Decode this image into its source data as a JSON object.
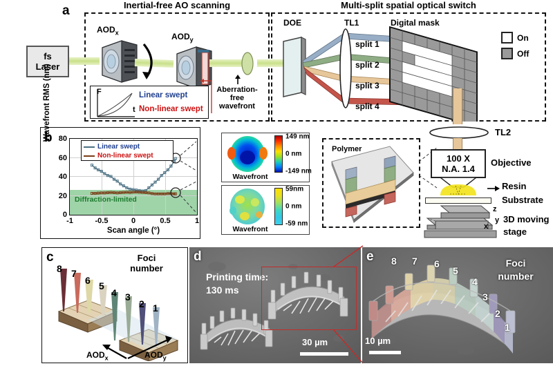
{
  "figure": {
    "panels": [
      "a",
      "b",
      "c",
      "d",
      "e"
    ]
  },
  "panel_a": {
    "letter": "a",
    "title_left": "Inertial-free AO scanning",
    "title_right": "Multi-split spatial optical switch",
    "laser_label_line1": "fs",
    "laser_label_line2": "Laser",
    "aod_x": "AOD",
    "aod_x_sub": "x",
    "aod_y": "AOD",
    "aod_y_sub": "y",
    "inset": {
      "y_axis": "F",
      "x_axis": "t",
      "legend_linear": "Linear swept",
      "legend_nonlinear": "Non-linear swept",
      "color_linear": "#1f3f8f",
      "color_nonlinear": "#cc1111"
    },
    "aberration_line1": "Aberration-",
    "aberration_line2": "free",
    "aberration_line3": "wavefront",
    "doe": "DOE",
    "tl1": "TL1",
    "digital_mask": "Digital mask",
    "splits": [
      "split 1",
      "split 2",
      "split 3",
      "split 4"
    ],
    "split_colors": [
      "#98aec6",
      "#8fad85",
      "#e7c79a",
      "#c4554b"
    ],
    "mask_legend": [
      {
        "label": "On",
        "color": "#ffffff"
      },
      {
        "label": "Off",
        "color": "#9a9a9a"
      }
    ]
  },
  "panel_b": {
    "letter": "b",
    "diffraction_text": "Diffraction-limited",
    "diffraction_color": "#9fd4a8",
    "wavefront_top": {
      "caption": "Wavefront",
      "cb_max": "149 nm",
      "cb_mid": "0 nm",
      "cb_min": "-149 nm"
    },
    "wavefront_bottom": {
      "caption": "Wavefront",
      "cb_max": "59nm",
      "cb_mid": "0 nm",
      "cb_min": "-59 nm"
    }
  },
  "chart_data": {
    "type": "line",
    "title": "",
    "xlabel": "Scan angle (°)",
    "ylabel": "Wavefront RMS (nm)",
    "xlim": [
      -1,
      1
    ],
    "ylim": [
      0,
      80
    ],
    "xticks": [
      -1,
      -0.5,
      0,
      0.5,
      1
    ],
    "xticklabels": [
      "-1",
      "-0.5",
      "0",
      "0.5",
      "1"
    ],
    "yticks": [
      0,
      20,
      40,
      60,
      80
    ],
    "yticklabels": [
      "0",
      "20",
      "40",
      "60",
      "80"
    ],
    "grid": true,
    "legend_position": "top-left",
    "shaded_region": {
      "label": "Diffraction-limited",
      "y_from": 0,
      "y_to": 26,
      "color": "#9fd4a8"
    },
    "series": [
      {
        "name": "Linear swept",
        "color": "#4a6f82",
        "x": [
          -0.65,
          -0.6,
          -0.55,
          -0.5,
          -0.45,
          -0.4,
          -0.35,
          -0.3,
          -0.25,
          -0.2,
          -0.15,
          -0.1,
          -0.05,
          0,
          0.05,
          0.1,
          0.15,
          0.2,
          0.25,
          0.3,
          0.35,
          0.4,
          0.45,
          0.5,
          0.55,
          0.6,
          0.65,
          0.67
        ],
        "values": [
          52,
          49,
          47,
          45.5,
          43,
          41,
          40,
          37,
          35,
          32,
          30,
          28,
          26.5,
          26,
          25.5,
          25,
          24.5,
          25,
          28,
          31,
          34,
          37,
          41,
          44,
          47,
          51,
          56,
          59
        ]
      },
      {
        "name": "Non-linear swept",
        "color": "#7a3b16",
        "x": [
          -0.65,
          -0.6,
          -0.55,
          -0.5,
          -0.45,
          -0.4,
          -0.35,
          -0.3,
          -0.25,
          -0.2,
          -0.15,
          -0.1,
          -0.05,
          0,
          0.05,
          0.1,
          0.15,
          0.2,
          0.25,
          0.3,
          0.35,
          0.4,
          0.45,
          0.5,
          0.55,
          0.6,
          0.65,
          0.67
        ],
        "values": [
          22,
          22,
          22.3,
          22.5,
          22.5,
          22.8,
          23,
          22.8,
          22.5,
          22.8,
          23,
          23.2,
          23,
          23.2,
          23.5,
          23.2,
          23,
          22.8,
          22.5,
          21.8,
          21.5,
          21.5,
          21.5,
          21.5,
          21.8,
          21.8,
          21.5,
          21.5
        ]
      }
    ],
    "callouts": [
      {
        "x": 0.67,
        "y": 59,
        "target": "wavefront_top"
      },
      {
        "x": 0.67,
        "y": 21.5,
        "target": "wavefront_bottom"
      }
    ]
  },
  "setup": {
    "polymer": "Polymer",
    "tl2": "TL2",
    "objective_line1": "100 X",
    "objective_line2": "N.A. 1.4",
    "objective_label": "Objective",
    "resin": "Resin",
    "substrate": "Substrate",
    "stage_label_line1": "3D moving",
    "stage_label_line2": "stage",
    "axis_z": "z",
    "axis_y": "y",
    "axis_x": "x"
  },
  "panel_c": {
    "letter": "c",
    "foci_line1": "Foci",
    "foci_line2": "number",
    "numbers": [
      "8",
      "7",
      "6",
      "5",
      "4",
      "3",
      "2",
      "1"
    ],
    "axis_x": "AOD",
    "axis_x_sub": "x",
    "axis_y": "AOD",
    "axis_y_sub": "y",
    "foci_colors": [
      "#6b2e36",
      "#c96a5c",
      "#ded8a6",
      "#d9d3c0",
      "#5f8576",
      "#9aab96",
      "#50507a",
      "#9fb3c4"
    ]
  },
  "panel_d": {
    "letter": "d",
    "printing_label": "Printing time:",
    "printing_value": "130 ms",
    "scalebar": "30 µm",
    "roi_color": "#c42b2b"
  },
  "panel_e": {
    "letter": "e",
    "foci_line1": "Foci",
    "foci_line2": "number",
    "numbers": [
      "8",
      "7",
      "6",
      "5",
      "4",
      "3",
      "2",
      "1"
    ],
    "scalebar": "10 µm",
    "segment_colors": [
      "#b98a86",
      "#d8a89a",
      "#e2d4a8",
      "#d9d2ae",
      "#b9ccc0",
      "#c3d2cf",
      "#9a93b6",
      "#b9bdd0"
    ]
  }
}
